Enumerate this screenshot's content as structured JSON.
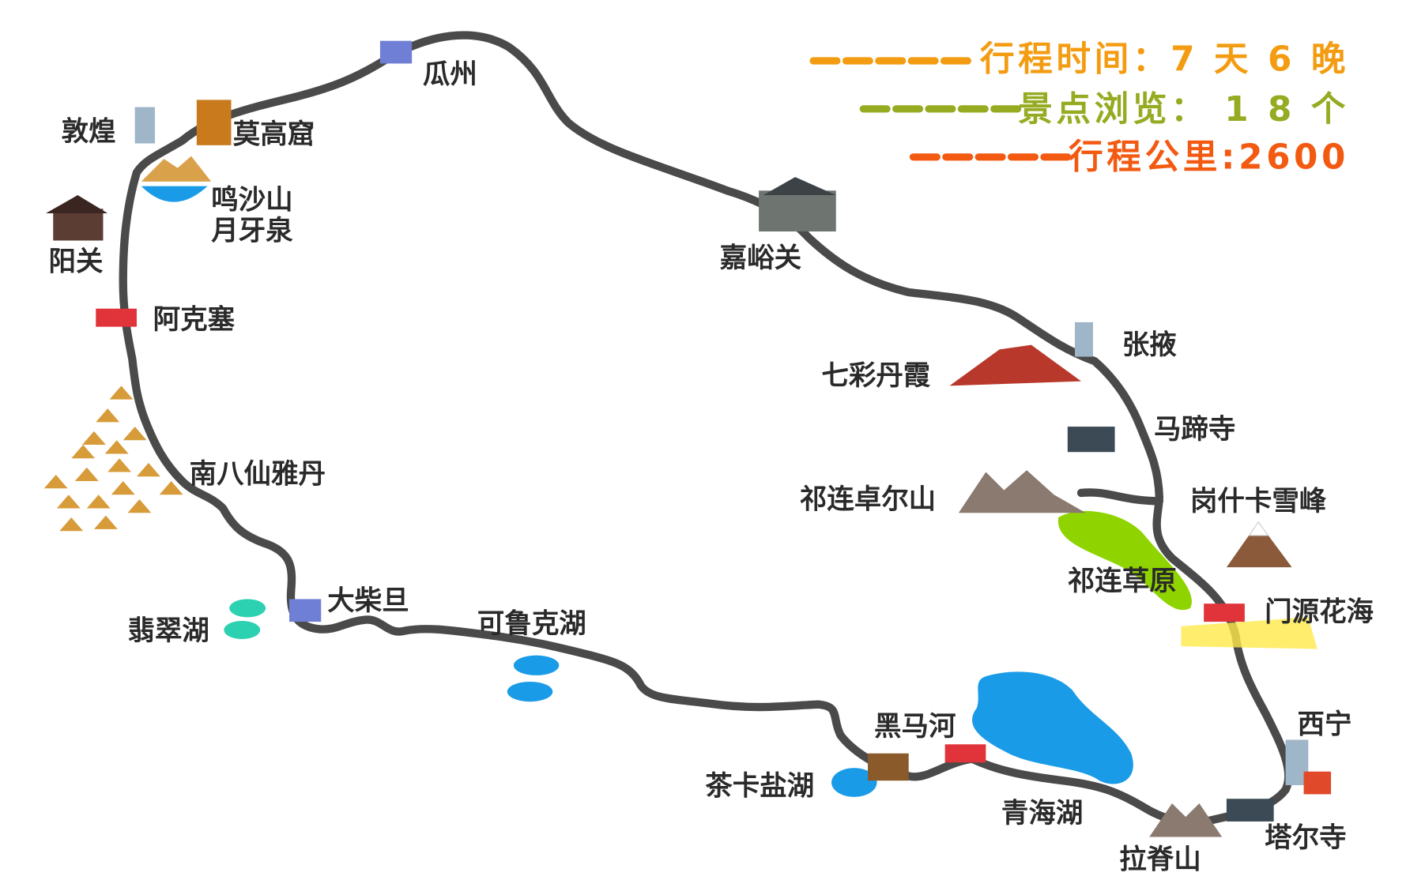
{
  "legend": [
    {
      "text": "行程时间：7 天 6 晚",
      "color": "#f39c12"
    },
    {
      "text": "景点浏览： 1 8 个",
      "color": "#96ab22"
    },
    {
      "text": "行程公里:2600",
      "color": "#f25a12"
    }
  ],
  "places": {
    "guazhou": "瓜州",
    "dunhuang": "敦煌",
    "mogao": "莫高窟",
    "mingsha1": "鸣沙山",
    "mingsha2": "月牙泉",
    "yangguan": "阳关",
    "akesai": "阿克塞",
    "nanbaxian": "南八仙雅丹",
    "dachaidan": "大柴旦",
    "feicui": "翡翠湖",
    "keluke": "可鲁克湖",
    "chaka": "茶卡盐湖",
    "heimahe": "黑马河",
    "qinghaihu": "青海湖",
    "lajishan": "拉脊山",
    "taersi": "塔尔寺",
    "xining": "西宁",
    "menyuan": "门源花海",
    "qiliancaoyuan": "祁连草原",
    "gangshika": "岗什卡雪峰",
    "zhuoershan": "祁连卓尔山",
    "matisi": "马蹄寺",
    "qicai": "七彩丹霞",
    "zhangye": "张掖",
    "jiayuguan": "嘉峪关"
  },
  "colors": {
    "route": "#4a4a4a",
    "water": "#1a9be8",
    "grass": "#8fd400"
  }
}
